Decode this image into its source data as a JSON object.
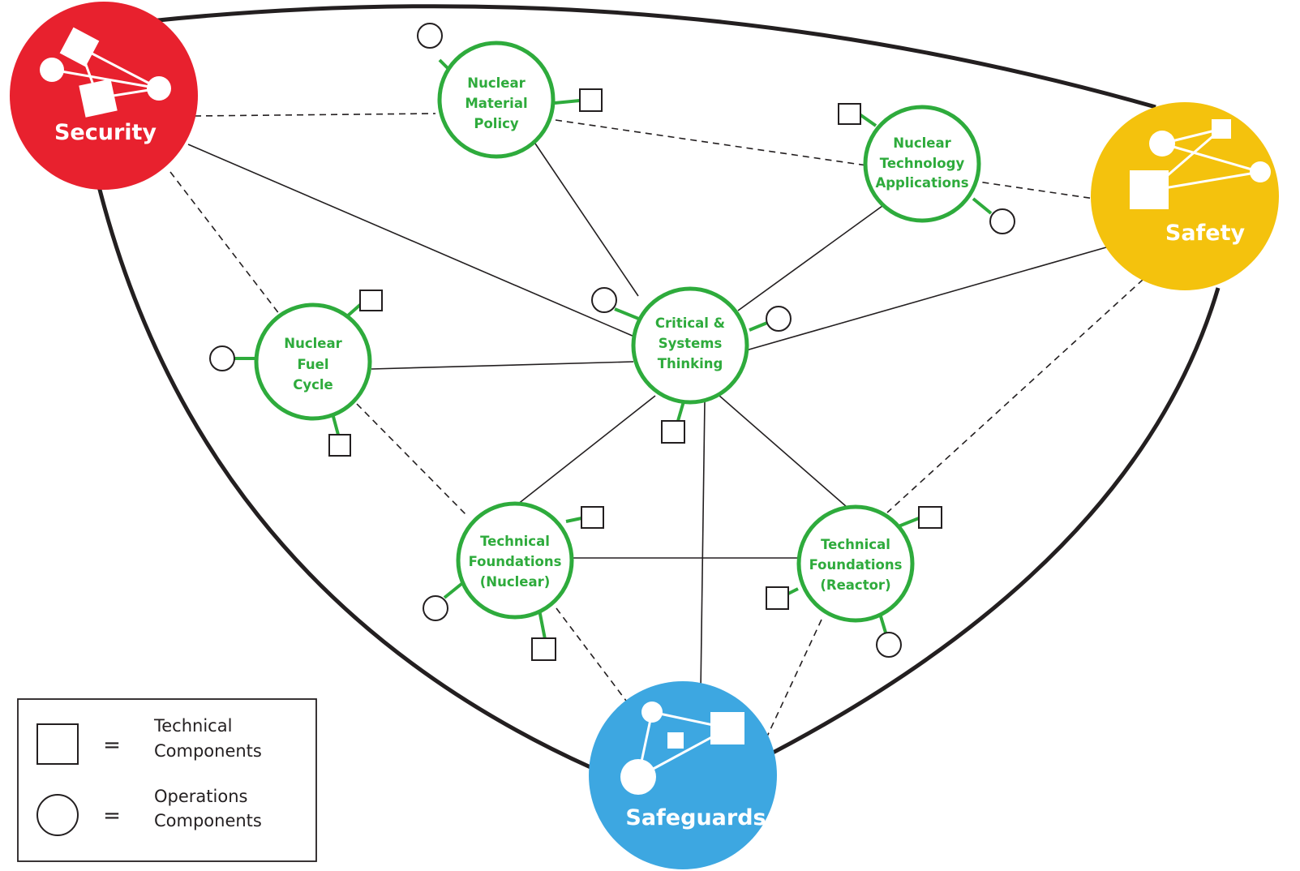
{
  "pillars": {
    "security": {
      "label": "Security",
      "color": "#e8212e"
    },
    "safety": {
      "label": "Safety",
      "color": "#f4c20d"
    },
    "safeguards": {
      "label": "Safeguards",
      "color": "#3da7e1"
    }
  },
  "nodes": {
    "policy": {
      "lines": [
        "Nuclear",
        "Material",
        "Policy"
      ]
    },
    "applications": {
      "lines": [
        "Nuclear",
        "Technology",
        "Applications"
      ]
    },
    "fuel_cycle": {
      "lines": [
        "Nuclear",
        "Fuel",
        "Cycle"
      ]
    },
    "critical": {
      "lines": [
        "Critical &",
        "Systems",
        "Thinking"
      ]
    },
    "tech_nuclear": {
      "lines": [
        "Technical",
        "Foundations",
        "(Nuclear)"
      ]
    },
    "tech_reactor": {
      "lines": [
        "Technical",
        "Foundations",
        "(Reactor)"
      ]
    }
  },
  "legend": {
    "technical": {
      "symbol": "=",
      "line1": "Technical",
      "line2": "Components"
    },
    "operations": {
      "symbol": "=",
      "line1": "Operations",
      "line2": "Components"
    }
  },
  "colors": {
    "node_stroke": "#2eab3c",
    "node_text": "#2eab3c",
    "line": "#231f20"
  }
}
